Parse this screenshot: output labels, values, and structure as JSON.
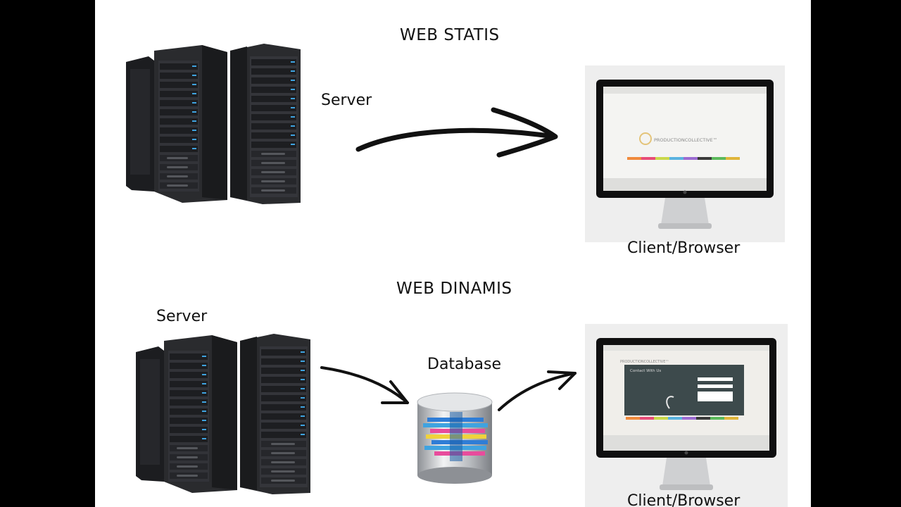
{
  "static_section": {
    "title": "WEB STATIS",
    "server_label": "Server",
    "client_label": "Client/Browser",
    "screen_logo_text": "PRODUCTIONCOLLECTIVE™"
  },
  "dynamic_section": {
    "title": "WEB DINAMIS",
    "server_label": "Server",
    "database_label": "Database",
    "client_label": "Client/Browser",
    "screen_logo_text": "PRODUCTIONCOLLECTIVE™",
    "screen_form_title": "Contact With Us"
  },
  "colors": {
    "slide_background": "#ffffff",
    "letterbox": "#000000",
    "server_body": "#2a2b2e",
    "server_led": "#3fa3e0",
    "arrow": "#111111",
    "monitor_bezel": "#111111",
    "database_silver": "#c9ccd0"
  }
}
